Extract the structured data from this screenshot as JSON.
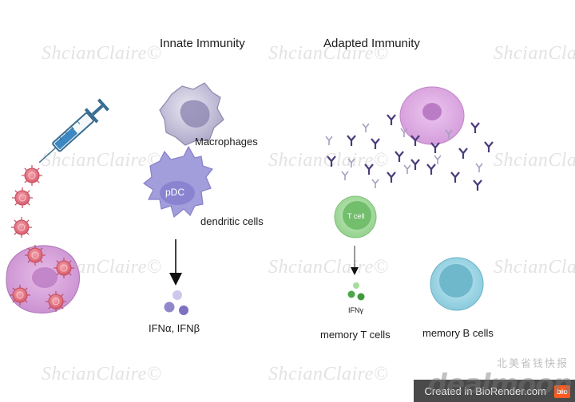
{
  "watermark": {
    "text": "ShcianClaire©"
  },
  "headings": {
    "innate": "Innate Immunity",
    "adapted": "Adapted Immunity"
  },
  "labels": {
    "macrophages": "Macrophages",
    "pdc": "pDC",
    "dendritic_cells": "dendritic cells",
    "ifn_ab": "IFNα, IFNβ",
    "t_cell": "T cell",
    "ifn_gamma": "IFNγ",
    "memory_t": "memory T cells",
    "memory_b": "memory B cells"
  },
  "footer": {
    "text": "Created in BioRender.com",
    "tag": "bio"
  },
  "brand": {
    "logo": "dealmoon",
    "cn": "北美省钱快报"
  },
  "colors": {
    "virus": "#e2707e",
    "infected_cell": "#d8a0d8",
    "macrophage": "#b9b5d6",
    "pdc": "#a7a3dc",
    "t_cell": "#a8dba3",
    "b_cell": "#9fd6e6",
    "plasma_cell": "#e0aee8",
    "antibody": "#5d4a8c",
    "syringe": "#3a7ea8"
  }
}
